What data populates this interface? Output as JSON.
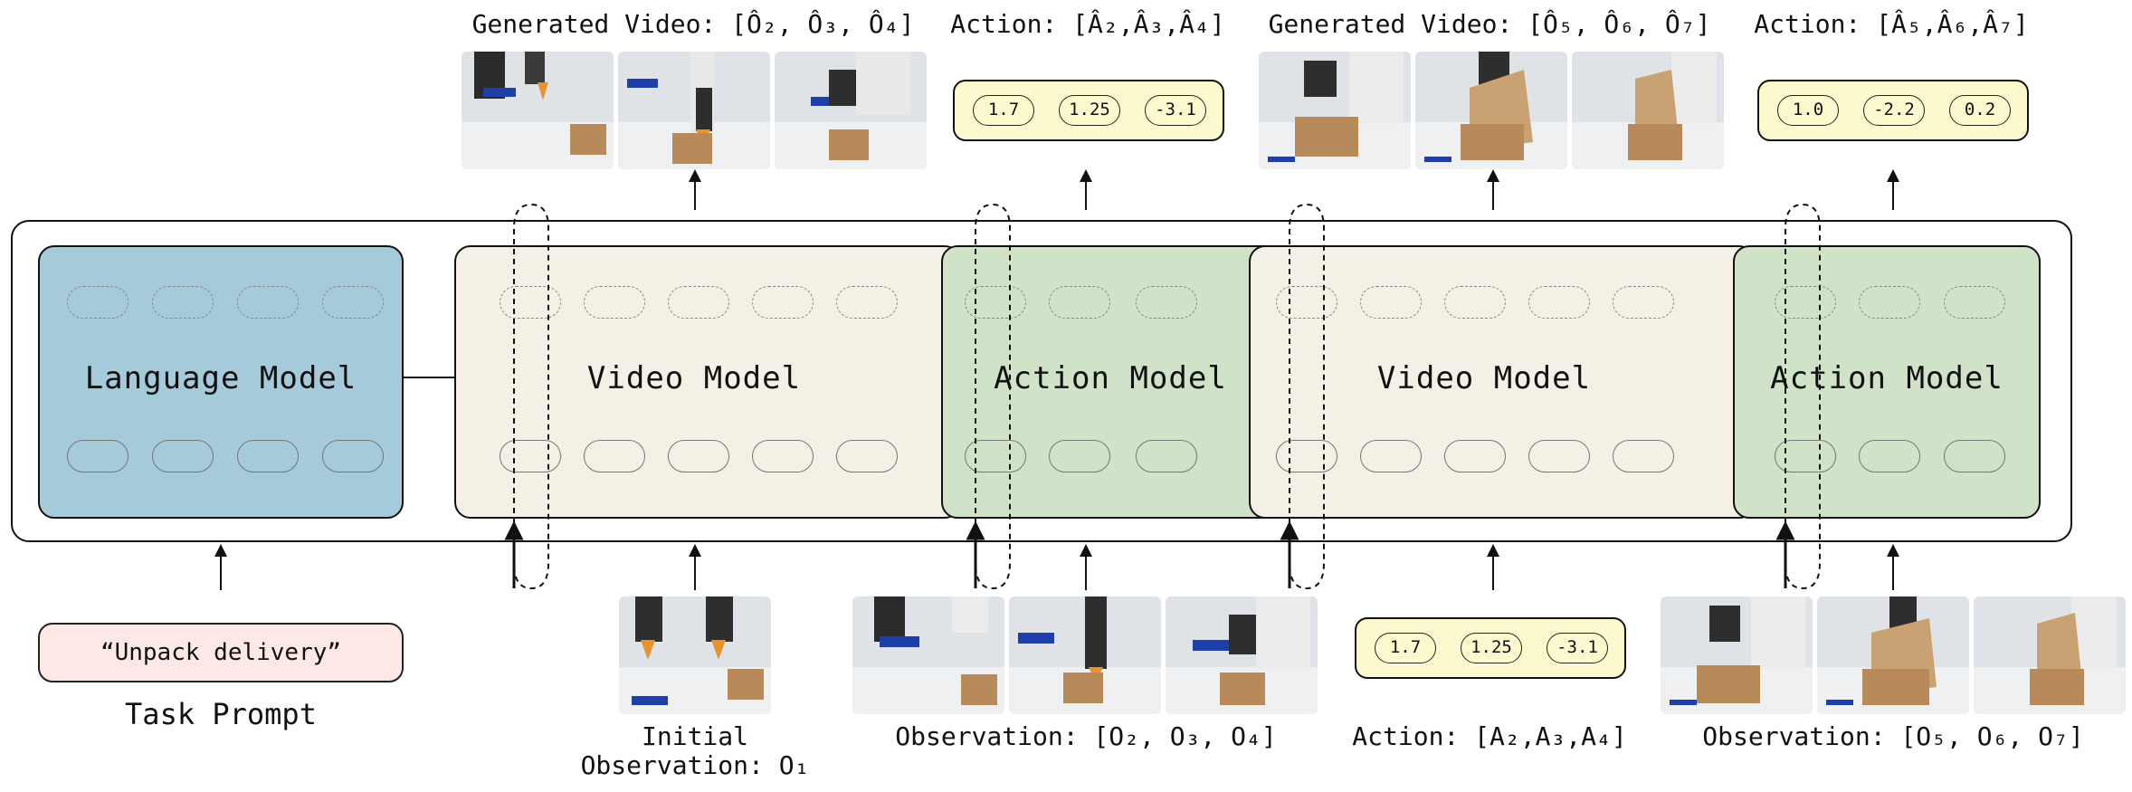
{
  "top_labels": {
    "gen_video_1": "Generated Video: [Ô₂, Ô₃, Ô₄]",
    "action_out_1": "Action: [Â₂,Â₃,Â₄]",
    "gen_video_2": "Generated Video: [Ô₅, Ô₆, Ô₇]",
    "action_out_2": "Action: [Â₅,Â₆,Â₇]"
  },
  "action_out_1_values": [
    "1.7",
    "1.25",
    "-3.1"
  ],
  "action_out_2_values": [
    "1.0",
    "-2.2",
    "0.2"
  ],
  "blocks": {
    "language_model": "Language Model",
    "video_model_1": "Video Model",
    "action_model_1": "Action Model",
    "video_model_2": "Video Model",
    "action_model_2": "Action Model"
  },
  "bottom": {
    "prompt_text": "“Unpack delivery”",
    "task_prompt_label": "Task Prompt",
    "initial_obs_line1": "Initial",
    "initial_obs_line2": "Observation: O₁",
    "obs_1": "Observation: [O₂, O₃, O₄]",
    "action_in_label": "Action: [A₂,A₃,A₄]",
    "obs_2": "Observation: [O₅, O₆, O₇]"
  },
  "action_in_values": [
    "1.7",
    "1.25",
    "-3.1"
  ],
  "colors": {
    "language_model_fill": "#a5cad9",
    "video_model_fill": "#f4f0e5",
    "action_model_fill": "#d0e2c8",
    "action_box_fill": "#fdf9cf",
    "prompt_fill": "#fde8e6"
  }
}
